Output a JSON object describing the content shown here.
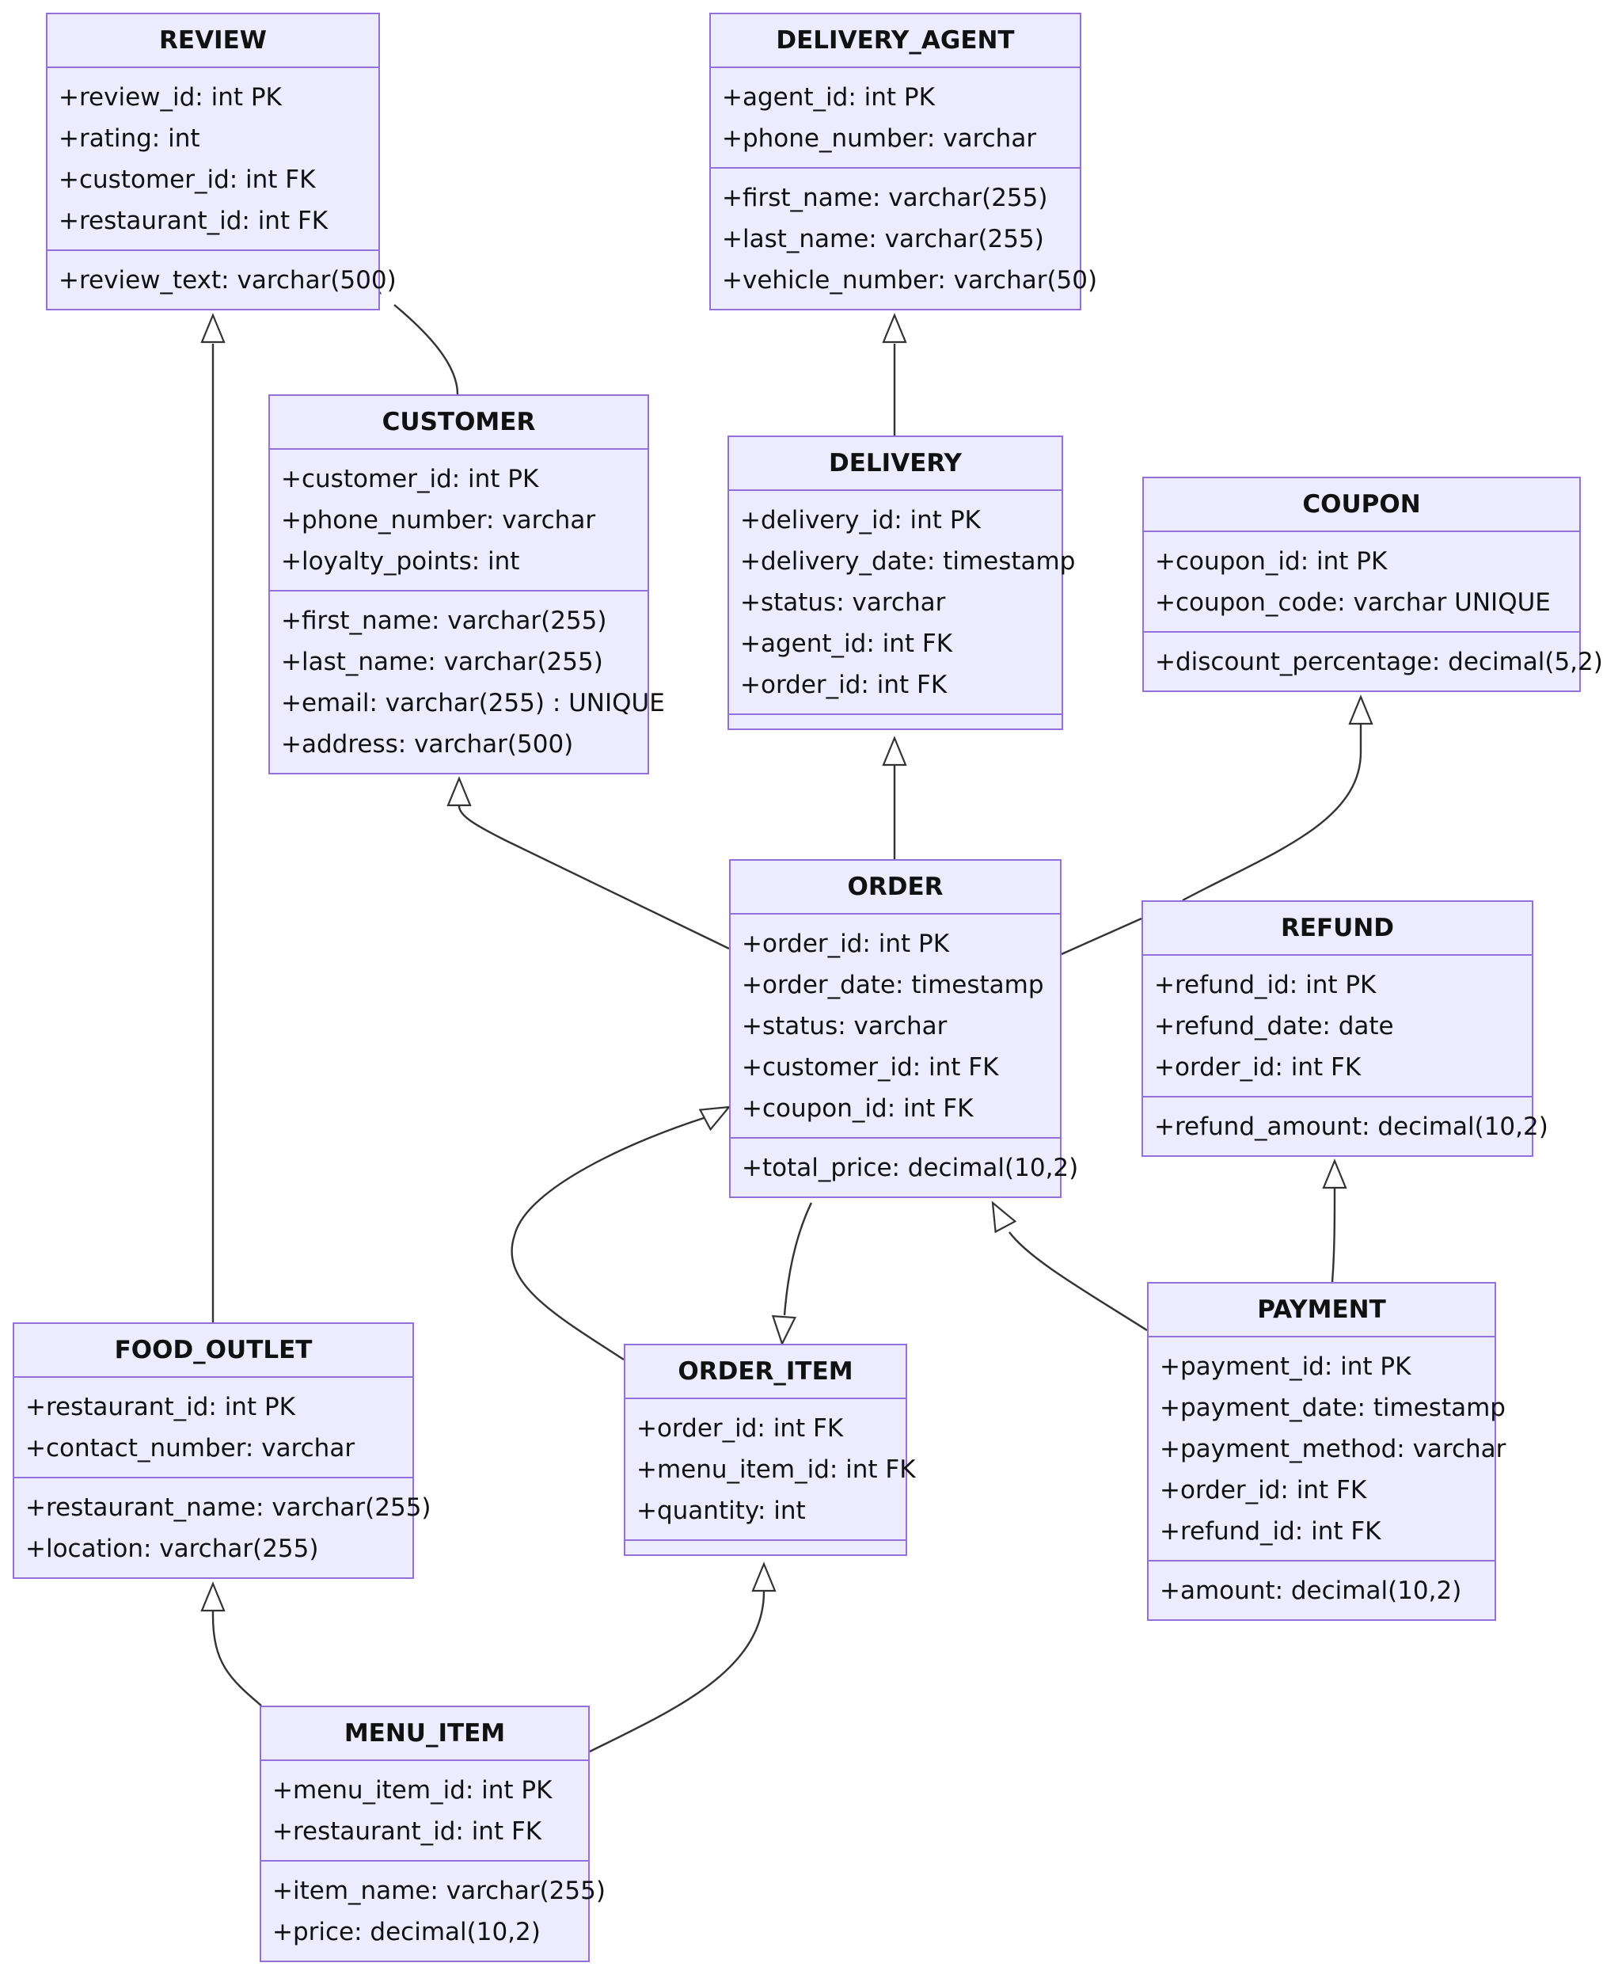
{
  "diagram": {
    "entities": [
      {
        "id": "review",
        "name": "REVIEW",
        "sections": [
          [
            "+review_id: int PK",
            "+rating: int",
            "+customer_id: int FK",
            "+restaurant_id: int FK"
          ],
          [
            "+review_text: varchar(500)"
          ]
        ]
      },
      {
        "id": "delivery_agent",
        "name": "DELIVERY_AGENT",
        "sections": [
          [
            "+agent_id: int PK",
            "+phone_number: varchar"
          ],
          [
            "+first_name: varchar(255)",
            "+last_name: varchar(255)",
            "+vehicle_number: varchar(50)"
          ]
        ]
      },
      {
        "id": "customer",
        "name": "CUSTOMER",
        "sections": [
          [
            "+customer_id: int PK",
            "+phone_number: varchar",
            "+loyalty_points: int"
          ],
          [
            "+first_name: varchar(255)",
            "+last_name: varchar(255)",
            "+email: varchar(255) : UNIQUE",
            "+address: varchar(500)"
          ]
        ]
      },
      {
        "id": "delivery",
        "name": "DELIVERY",
        "sections": [
          [
            "+delivery_id: int PK",
            "+delivery_date: timestamp",
            "+status: varchar",
            "+agent_id: int FK",
            "+order_id: int FK"
          ],
          []
        ]
      },
      {
        "id": "coupon",
        "name": "COUPON",
        "sections": [
          [
            "+coupon_id: int PK",
            "+coupon_code: varchar UNIQUE"
          ],
          [
            "+discount_percentage: decimal(5,2)"
          ]
        ]
      },
      {
        "id": "order",
        "name": "ORDER",
        "sections": [
          [
            "+order_id: int PK",
            "+order_date: timestamp",
            "+status: varchar",
            "+customer_id: int FK",
            "+coupon_id: int FK"
          ],
          [
            "+total_price: decimal(10,2)"
          ]
        ]
      },
      {
        "id": "refund",
        "name": "REFUND",
        "sections": [
          [
            "+refund_id: int PK",
            "+refund_date: date",
            "+order_id: int FK"
          ],
          [
            "+refund_amount: decimal(10,2)"
          ]
        ]
      },
      {
        "id": "food_outlet",
        "name": "FOOD_OUTLET",
        "sections": [
          [
            "+restaurant_id: int PK",
            "+contact_number: varchar"
          ],
          [
            "+restaurant_name: varchar(255)",
            "+location: varchar(255)"
          ]
        ]
      },
      {
        "id": "order_item",
        "name": "ORDER_ITEM",
        "sections": [
          [
            "+order_id: int FK",
            "+menu_item_id: int FK",
            "+quantity: int"
          ],
          []
        ]
      },
      {
        "id": "payment",
        "name": "PAYMENT",
        "sections": [
          [
            "+payment_id: int PK",
            "+payment_date: timestamp",
            "+payment_method: varchar",
            "+order_id: int FK",
            "+refund_id: int FK"
          ],
          [
            "+amount: decimal(10,2)"
          ]
        ]
      },
      {
        "id": "menu_item",
        "name": "MENU_ITEM",
        "sections": [
          [
            "+menu_item_id: int PK",
            "+restaurant_id: int FK"
          ],
          [
            "+item_name: varchar(255)",
            "+price: decimal(10,2)"
          ]
        ]
      }
    ],
    "relationships": [
      {
        "from": "customer",
        "to": "review",
        "type": "inheritance"
      },
      {
        "from": "food_outlet",
        "to": "review",
        "type": "inheritance"
      },
      {
        "from": "delivery",
        "to": "delivery_agent",
        "type": "inheritance"
      },
      {
        "from": "order",
        "to": "delivery",
        "type": "inheritance"
      },
      {
        "from": "order",
        "to": "customer",
        "type": "inheritance"
      },
      {
        "from": "refund",
        "to": "coupon",
        "type": "inheritance"
      },
      {
        "from": "order_item",
        "to": "order",
        "type": "inheritance"
      },
      {
        "from": "order",
        "to": "order_item",
        "type": "inheritance"
      },
      {
        "from": "payment",
        "to": "order",
        "type": "inheritance"
      },
      {
        "from": "payment",
        "to": "refund",
        "type": "inheritance"
      },
      {
        "from": "menu_item",
        "to": "food_outlet",
        "type": "inheritance"
      },
      {
        "from": "menu_item",
        "to": "order_item",
        "type": "inheritance"
      }
    ],
    "colors": {
      "box_fill": "#ececfe",
      "box_border": "#9370db",
      "line": "#333333",
      "text": "#111111"
    }
  }
}
